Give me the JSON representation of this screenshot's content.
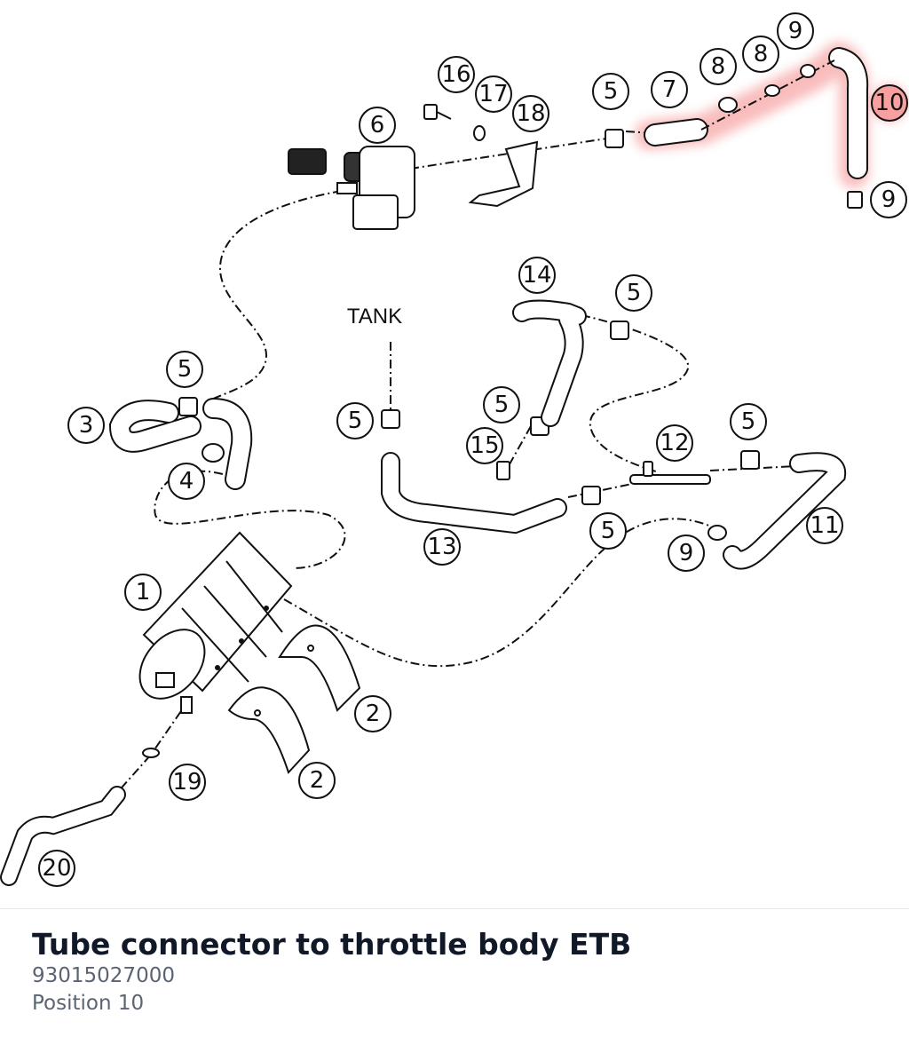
{
  "diagram": {
    "tank_label": "TANK",
    "callouts": [
      {
        "id": "c16",
        "text": "16"
      },
      {
        "id": "c17",
        "text": "17"
      },
      {
        "id": "c18",
        "text": "18"
      },
      {
        "id": "c6",
        "text": "6"
      },
      {
        "id": "c5a",
        "text": "5"
      },
      {
        "id": "c7",
        "text": "7"
      },
      {
        "id": "c8a",
        "text": "8"
      },
      {
        "id": "c8b",
        "text": "8"
      },
      {
        "id": "c9a",
        "text": "9"
      },
      {
        "id": "c10",
        "text": "10"
      },
      {
        "id": "c9b",
        "text": "9"
      },
      {
        "id": "c14",
        "text": "14"
      },
      {
        "id": "c5b",
        "text": "5"
      },
      {
        "id": "c5c",
        "text": "5"
      },
      {
        "id": "c3",
        "text": "3"
      },
      {
        "id": "c4",
        "text": "4"
      },
      {
        "id": "c5d",
        "text": "5"
      },
      {
        "id": "c5e",
        "text": "5"
      },
      {
        "id": "c15",
        "text": "15"
      },
      {
        "id": "c12",
        "text": "12"
      },
      {
        "id": "c5f",
        "text": "5"
      },
      {
        "id": "c11",
        "text": "11"
      },
      {
        "id": "c5g",
        "text": "5"
      },
      {
        "id": "c9c",
        "text": "9"
      },
      {
        "id": "c13",
        "text": "13"
      },
      {
        "id": "c1",
        "text": "1"
      },
      {
        "id": "c2a",
        "text": "2"
      },
      {
        "id": "c2b",
        "text": "2"
      },
      {
        "id": "c19",
        "text": "19"
      },
      {
        "id": "c20",
        "text": "20"
      }
    ],
    "highlight_color": "#f26d6d"
  },
  "part": {
    "title": "Tube connector to throttle body ETB",
    "number": "93015027000",
    "position": "Position 10"
  }
}
